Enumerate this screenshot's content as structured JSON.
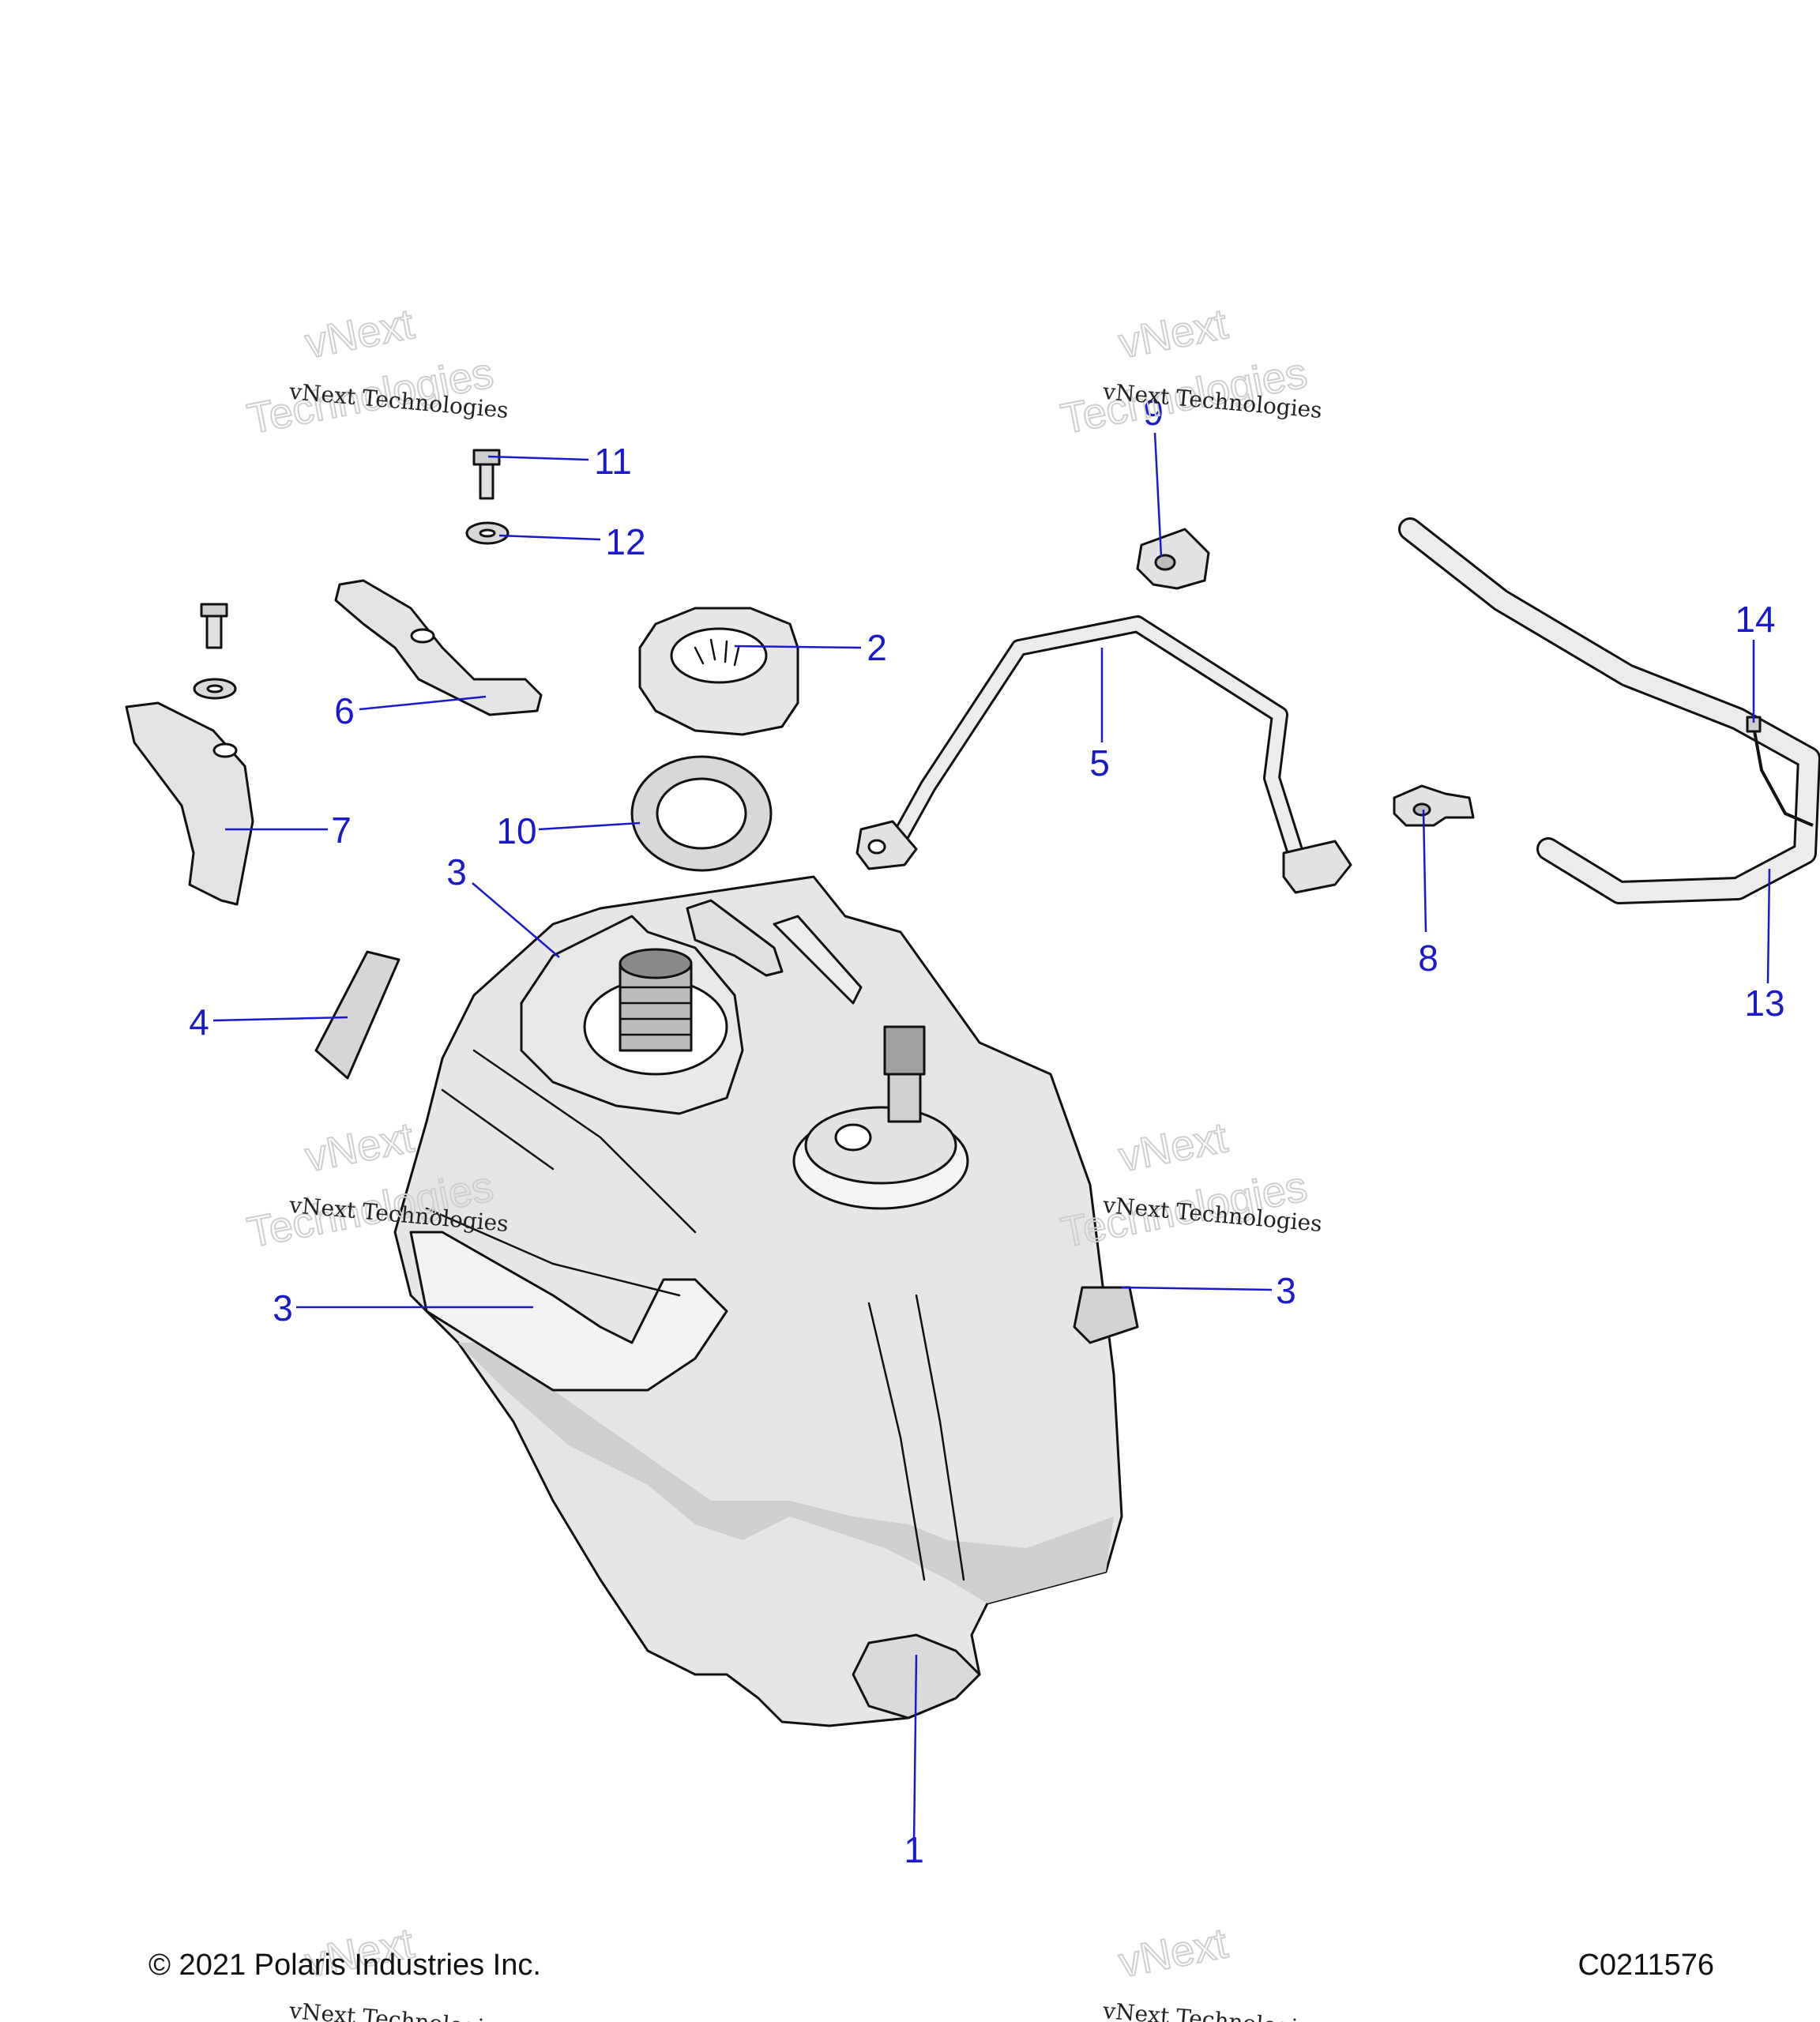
{
  "diagram": {
    "callouts": [
      {
        "id": "c1",
        "label": "1"
      },
      {
        "id": "c2",
        "label": "2"
      },
      {
        "id": "c3a",
        "label": "3"
      },
      {
        "id": "c3b",
        "label": "3"
      },
      {
        "id": "c3c",
        "label": "3"
      },
      {
        "id": "c4",
        "label": "4"
      },
      {
        "id": "c5",
        "label": "5"
      },
      {
        "id": "c6",
        "label": "6"
      },
      {
        "id": "c7",
        "label": "7"
      },
      {
        "id": "c8",
        "label": "8"
      },
      {
        "id": "c9",
        "label": "9"
      },
      {
        "id": "c10",
        "label": "10"
      },
      {
        "id": "c11",
        "label": "11"
      },
      {
        "id": "c12",
        "label": "12"
      },
      {
        "id": "c13",
        "label": "13"
      },
      {
        "id": "c14",
        "label": "14"
      }
    ],
    "callout_color": "#1a1acc"
  },
  "watermark": {
    "line1": "vNext Technologies",
    "line2": "vNext",
    "line3": "Technologies"
  },
  "footer": {
    "copyright": "© 2021 Polaris Industries Inc.",
    "drawing_id": "C0211576"
  }
}
